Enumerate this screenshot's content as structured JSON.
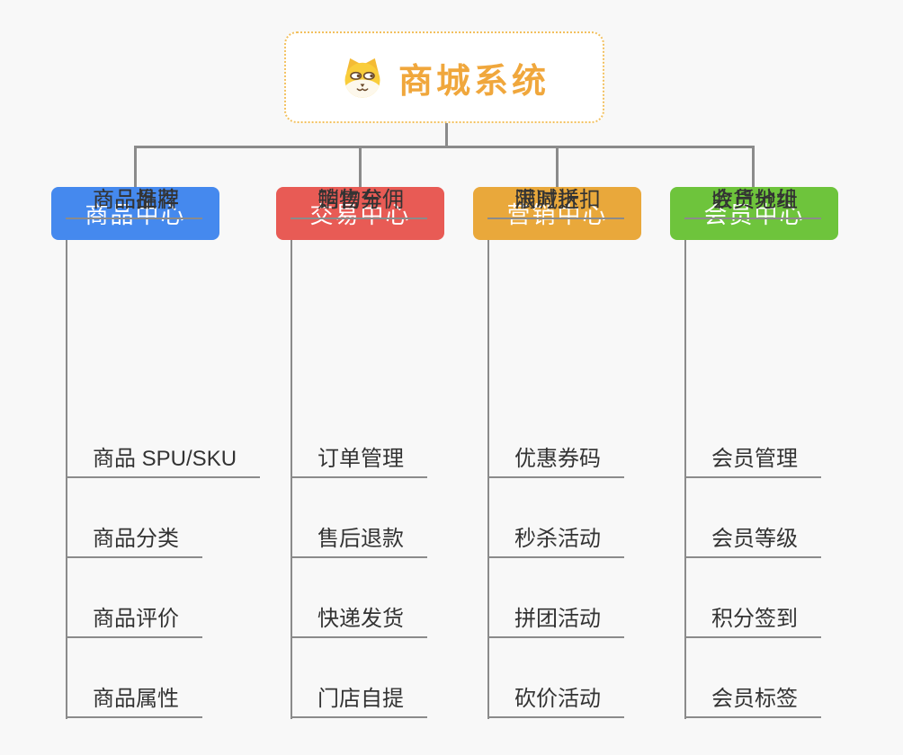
{
  "root": {
    "title": "商城系统",
    "icon": "dog-face-icon",
    "title_color": "#f0a73c",
    "border_color": "#f2c05e"
  },
  "connector_color": "#8b8b8b",
  "branches": [
    {
      "label": "商品中心",
      "color": "#4589EE",
      "items": [
        "商品 SPU/SKU",
        "商品分类",
        "商品评价",
        "商品属性",
        "商品推荐",
        "商品品牌"
      ]
    },
    {
      "label": "交易中心",
      "color": "#E85B55",
      "items": [
        "订单管理",
        "售后退款",
        "快递发货",
        "门店自提",
        "购物车",
        "销售分佣"
      ]
    },
    {
      "label": "营销中心",
      "color": "#E9A83B",
      "items": [
        "优惠券码",
        "秒杀活动",
        "拼团活动",
        "砍价活动",
        "限时折扣",
        "满减送"
      ]
    },
    {
      "label": "会员中心",
      "color": "#6EC43C",
      "items": [
        "会员管理",
        "会员等级",
        "积分签到",
        "会员标签",
        "会员分组",
        "收货地址"
      ]
    }
  ]
}
